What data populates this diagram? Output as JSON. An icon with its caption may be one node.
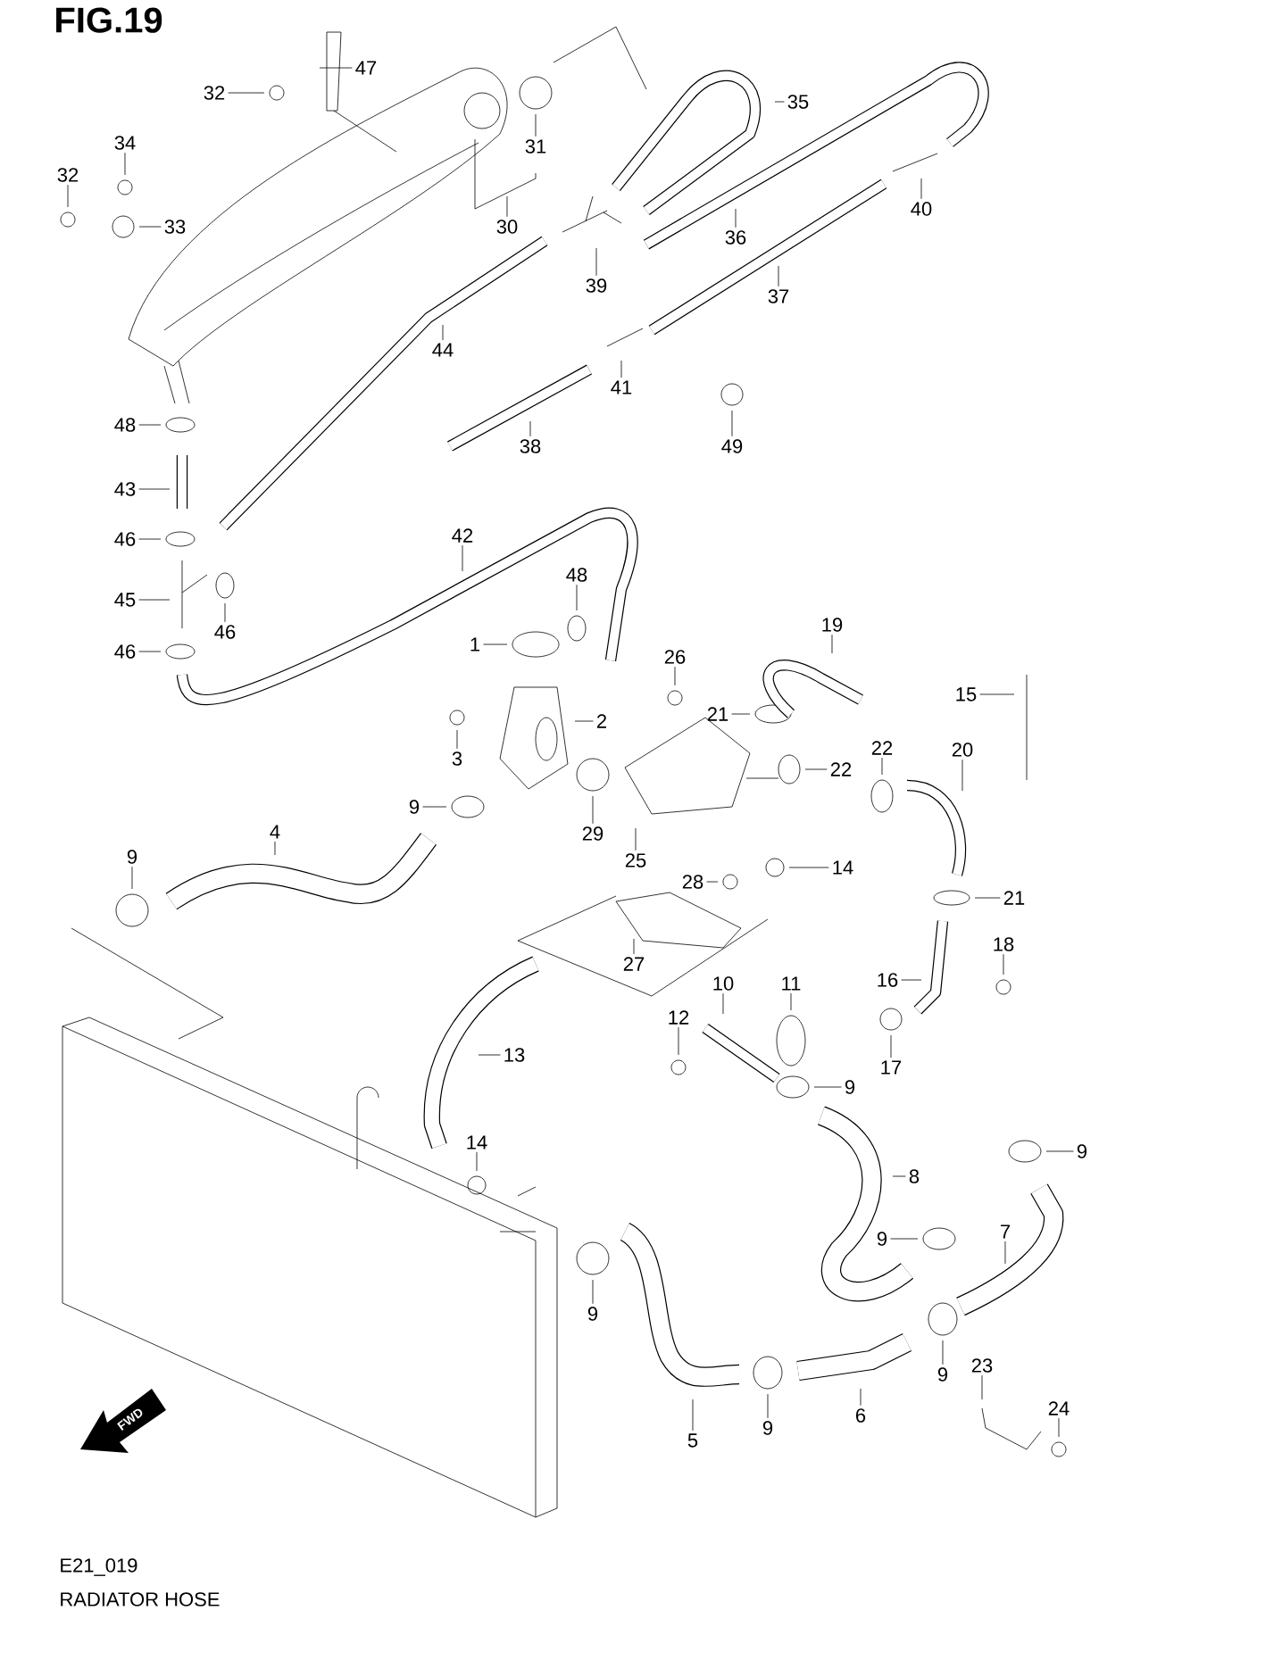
{
  "diagram": {
    "title": "FIG.19",
    "caption": "RADIATOR HOSE",
    "nodes": [
      {
        "text": [
          "47"
        ]
      },
      {
        "text": [
          "32"
        ]
      },
      {
        "text": [
          "35"
        ]
      },
      {
        "text": [
          "34"
        ]
      },
      {
        "text": [
          "31"
        ]
      },
      {
        "text": [
          "32"
        ]
      },
      {
        "text": [
          "40"
        ]
      },
      {
        "text": [
          "30"
        ]
      },
      {
        "text": [
          "33"
        ]
      },
      {
        "text": [
          "36"
        ]
      },
      {
        "text": [
          "39"
        ]
      },
      {
        "text": [
          "37"
        ]
      },
      {
        "text": [
          "44"
        ]
      },
      {
        "text": [
          "41"
        ]
      },
      {
        "text": [
          "48"
        ]
      },
      {
        "text": [
          "49"
        ]
      },
      {
        "text": [
          "38"
        ]
      },
      {
        "text": [
          "43"
        ]
      },
      {
        "text": [
          "42"
        ]
      },
      {
        "text": [
          "46"
        ]
      },
      {
        "text": [
          "48"
        ]
      },
      {
        "text": [
          "45"
        ]
      },
      {
        "text": [
          "46"
        ]
      },
      {
        "text": [
          "19"
        ]
      },
      {
        "text": [
          "1"
        ]
      },
      {
        "text": [
          "46"
        ]
      },
      {
        "text": [
          "26"
        ]
      },
      {
        "text": [
          "15"
        ]
      },
      {
        "text": [
          "21"
        ]
      },
      {
        "text": [
          "2"
        ]
      },
      {
        "text": [
          "22"
        ]
      },
      {
        "text": [
          "20"
        ]
      },
      {
        "text": [
          "3"
        ]
      },
      {
        "text": [
          "22"
        ]
      },
      {
        "text": [
          "9"
        ]
      },
      {
        "text": [
          "4"
        ]
      },
      {
        "text": [
          "29"
        ]
      },
      {
        "text": [
          "9"
        ]
      },
      {
        "text": [
          "25"
        ]
      },
      {
        "text": [
          "14"
        ]
      },
      {
        "text": [
          "28"
        ]
      },
      {
        "text": [
          "21"
        ]
      },
      {
        "text": [
          "18"
        ]
      },
      {
        "text": [
          "27"
        ]
      },
      {
        "text": [
          "16"
        ]
      },
      {
        "text": [
          "10"
        ]
      },
      {
        "text": [
          "11"
        ]
      },
      {
        "text": [
          "12"
        ]
      },
      {
        "text": [
          "13"
        ]
      },
      {
        "text": [
          "17"
        ]
      },
      {
        "text": [
          "9"
        ]
      },
      {
        "text": [
          "14"
        ]
      },
      {
        "text": [
          "9"
        ]
      },
      {
        "text": [
          "8"
        ]
      },
      {
        "text": [
          "7"
        ]
      },
      {
        "text": [
          "9"
        ]
      },
      {
        "text": [
          "9"
        ]
      },
      {
        "text": [
          "23"
        ]
      },
      {
        "text": [
          "9"
        ]
      },
      {
        "text": [
          "24"
        ]
      },
      {
        "text": [
          "6"
        ]
      },
      {
        "text": [
          "9"
        ]
      },
      {
        "text": [
          "5"
        ]
      }
    ],
    "edges": [
      {
        "from": 0,
        "to": null,
        "arrow": "none"
      },
      {
        "from": 1,
        "to": null,
        "arrow": "none"
      },
      {
        "from": 2,
        "to": null,
        "arrow": "none"
      },
      {
        "from": 3,
        "to": null,
        "arrow": "none"
      },
      {
        "from": 4,
        "to": null,
        "arrow": "none"
      },
      {
        "from": 5,
        "to": null,
        "arrow": "none"
      },
      {
        "from": 6,
        "to": null,
        "arrow": "none"
      },
      {
        "from": 7,
        "to": null,
        "arrow": "none"
      },
      {
        "from": 8,
        "to": null,
        "arrow": "none"
      },
      {
        "from": 9,
        "to": null,
        "arrow": "none"
      },
      {
        "from": 10,
        "to": null,
        "arrow": "none"
      },
      {
        "from": 11,
        "to": null,
        "arrow": "none"
      },
      {
        "from": 12,
        "to": null,
        "arrow": "none"
      },
      {
        "from": 13,
        "to": null,
        "arrow": "none"
      },
      {
        "from": 14,
        "to": null,
        "arrow": "none"
      },
      {
        "from": 15,
        "to": null,
        "arrow": "none"
      },
      {
        "from": 16,
        "to": null,
        "arrow": "none"
      },
      {
        "from": 17,
        "to": null,
        "arrow": "none"
      },
      {
        "from": 18,
        "to": null,
        "arrow": "none"
      },
      {
        "from": 19,
        "to": null,
        "arrow": "none"
      },
      {
        "from": 20,
        "to": null,
        "arrow": "none"
      },
      {
        "from": 21,
        "to": null,
        "arrow": "none"
      },
      {
        "from": 22,
        "to": null,
        "arrow": "none"
      },
      {
        "from": 23,
        "to": null,
        "arrow": "none"
      },
      {
        "from": 24,
        "to": null,
        "arrow": "none"
      },
      {
        "from": 25,
        "to": null,
        "arrow": "none"
      },
      {
        "from": 26,
        "to": null,
        "arrow": "none"
      },
      {
        "from": 27,
        "to": null,
        "arrow": "none"
      },
      {
        "from": 28,
        "to": null,
        "arrow": "none"
      },
      {
        "from": 29,
        "to": null,
        "arrow": "none"
      },
      {
        "from": 30,
        "to": null,
        "arrow": "none"
      },
      {
        "from": 31,
        "to": null,
        "arrow": "none"
      },
      {
        "from": 32,
        "to": null,
        "arrow": "none"
      },
      {
        "from": 33,
        "to": null,
        "arrow": "none"
      },
      {
        "from": 34,
        "to": null,
        "arrow": "none"
      },
      {
        "from": 35,
        "to": null,
        "arrow": "none"
      },
      {
        "from": 36,
        "to": null,
        "arrow": "none"
      },
      {
        "from": 37,
        "to": null,
        "arrow": "none"
      },
      {
        "from": 38,
        "to": null,
        "arrow": "none"
      },
      {
        "from": 39,
        "to": null,
        "arrow": "none"
      },
      {
        "from": 40,
        "to": null,
        "arrow": "none"
      },
      {
        "from": 41,
        "to": null,
        "arrow": "none"
      },
      {
        "from": 42,
        "to": null,
        "arrow": "none"
      },
      {
        "from": 43,
        "to": null,
        "arrow": "none"
      },
      {
        "from": 44,
        "to": null,
        "arrow": "none"
      },
      {
        "from": 45,
        "to": null,
        "arrow": "none"
      },
      {
        "from": 46,
        "to": null,
        "arrow": "none"
      },
      {
        "from": 47,
        "to": null,
        "arrow": "none"
      },
      {
        "from": 48,
        "to": null,
        "arrow": "none"
      },
      {
        "from": 49,
        "to": null,
        "arrow": "none"
      },
      {
        "from": 50,
        "to": null,
        "arrow": "none"
      },
      {
        "from": 51,
        "to": null,
        "arrow": "none"
      },
      {
        "from": 52,
        "to": null,
        "arrow": "none"
      },
      {
        "from": 53,
        "to": null,
        "arrow": "none"
      },
      {
        "from": 54,
        "to": null,
        "arrow": "none"
      },
      {
        "from": 55,
        "to": null,
        "arrow": "none"
      },
      {
        "from": 56,
        "to": null,
        "arrow": "none"
      },
      {
        "from": 57,
        "to": null,
        "arrow": "none"
      },
      {
        "from": 58,
        "to": null,
        "arrow": "none"
      },
      {
        "from": 59,
        "to": null,
        "arrow": "none"
      },
      {
        "from": 60,
        "to": null,
        "arrow": "none"
      },
      {
        "from": 61,
        "to": null,
        "arrow": "none"
      },
      {
        "from": 62,
        "to": null,
        "arrow": "none"
      }
    ],
    "labels": [
      "FWD",
      "E21_019"
    ]
  }
}
